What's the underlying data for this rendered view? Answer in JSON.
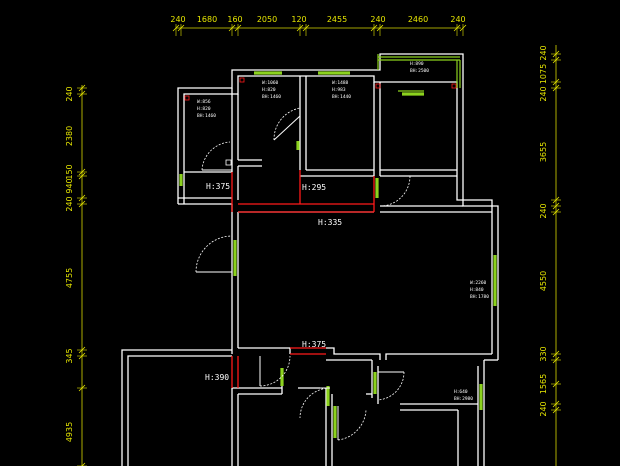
{
  "top_dims": [
    "240",
    "1680",
    "160",
    "2050",
    "120",
    "2455",
    "240",
    "2460",
    "240"
  ],
  "left_dims": [
    "240",
    "2380",
    "150",
    "940",
    "240",
    "4755",
    "345",
    "4935"
  ],
  "right_dims": [
    "240",
    "1075",
    "240",
    "3655",
    "240",
    "4550",
    "330",
    "1565",
    "240"
  ],
  "rooms": {
    "h1": "H:375",
    "h2": "H:295",
    "h3": "H:335",
    "h4": "H:375",
    "h5": "H:390"
  },
  "windows": {
    "w_bed_left": [
      "W:856",
      "H:820",
      "BH:1460"
    ],
    "w_bath": [
      "W:1060",
      "H:820",
      "BH:1460"
    ],
    "w_bed_mid": [
      "W:1488",
      "H:983",
      "BH:1440"
    ],
    "w_balcony": [
      "H:890",
      "BH:2500"
    ],
    "w_living": [
      "W:2260",
      "H:840",
      "BH:1780"
    ],
    "w_kitchen": [
      "H:640",
      "BH:2980"
    ]
  },
  "colors": {
    "background": "#000000",
    "walls": "#ffffff",
    "beams": "#ff1a1a",
    "windows": "#8cd21e",
    "dimensions": "#e6e600"
  }
}
